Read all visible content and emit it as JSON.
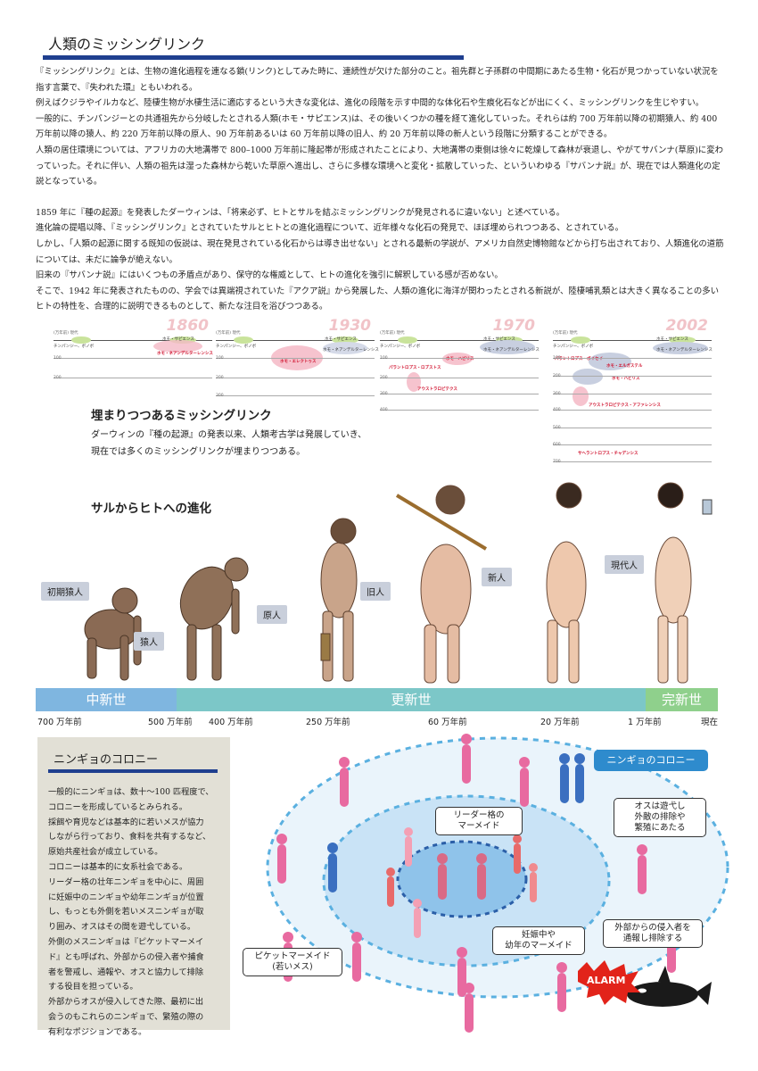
{
  "header": {
    "title": "人類のミッシングリンク"
  },
  "intro": {
    "paragraphs": [
      "『ミッシングリンク』とは、生物の進化過程を連なる鎖(リンク)としてみた時に、連続性が欠けた部分のこと。祖先群と子孫群の中間期にあたる生物・化石が見つかっていない状況を指す言葉で、『失われた環』ともいわれる。",
      "例えばクジラやイルカなど、陸棲生物が水棲生活に適応するという大きな変化は、進化の段階を示す中間的な体化石や生痕化石などが出にくく、ミッシングリンクを生じやすい。",
      "一般的に、チンパンジーとの共通祖先から分岐したとされる人類(ホモ・サピエンス)は、その後いくつかの種を経て進化していった。それらは約 700 万年前以降の初期猿人、約 400 万年前以降の猿人、約 220 万年前以降の原人、90 万年前あるいは 60 万年前以降の旧人、約 20 万年前以降の新人という段階に分類することができる。",
      "人類の居住環境については、アフリカの大地溝帯で 800–1000 万年前に隆起帯が形成されたことにより、大地溝帯の東側は徐々に乾燥して森林が衰退し、やがてサバンナ(草原)に変わっていった。それに伴い、人類の祖先は湿った森林から乾いた草原へ進出し、さらに多様な環境へと変化・拡散していった、といういわゆる『サバンナ説』が、現在では人類進化の定説となっている。"
    ],
    "paragraphs2": [
      "1859 年に『種の起源』を発表したダーウィンは、「将来必ず、ヒトとサルを結ぶミッシングリンクが発見されるに違いない」と述べている。",
      "進化論の提唱以降、『ミッシングリンク』とされていたサルとヒトとの進化過程について、近年様々な化石の発見で、ほぼ埋められつつある、とされている。",
      "しかし、「人類の起源に関する既知の仮説は、現在発見されている化石からは導き出せない」とされる最新の学説が、アメリカ自然史博物館などから打ち出されており、人類進化の道筋については、未だに論争が絶えない。",
      "旧来の『サバンナ説』にはいくつもの矛盾点があり、保守的な権威として、ヒトの進化を強引に解釈している感が否めない。",
      "そこで、1942 年に発表されたものの、学会では異端視されていた『アクア説』から発展した、人類の進化に海洋が関わったとされる新説が、陸棲哺乳類とは大きく異なることの多いヒトの特性を、合理的に説明できるものとして、新たな注目を浴びつつある。"
    ]
  },
  "timelines": [
    {
      "year": "1860",
      "scale": "(万年前)  現代",
      "top_label": "ホモ・サピエンス",
      "left_label": "チンパンジー、ボノボ",
      "right_label": "ホモ・ネアンデルターレンシス",
      "red": [
        "ホモ・ネアンデルターレンシス"
      ],
      "ticks": [
        "100",
        "200"
      ]
    },
    {
      "year": "1930",
      "scale": "(万年前)  現代",
      "top_label": "ホモ・サピエンス",
      "left_label": "チンパンジー、ボノボ",
      "right_label": "ホモ・ネアンデルターレンシス",
      "red": [
        "ホモ・エレクトゥス"
      ],
      "ticks": [
        "100",
        "200",
        "300"
      ]
    },
    {
      "year": "1970",
      "scale": "(万年前)  現代",
      "top_label": "ホモ・サピエンス",
      "left_label": "チンパンジー、ボノボ",
      "right_label": "ホモ・ネアンデルターレンシス",
      "red": [
        "パラントロプス・ロブストス",
        "ホモ・ハビリス",
        "アウストラロピテクス"
      ],
      "ticks": [
        "100",
        "200",
        "300",
        "400"
      ]
    },
    {
      "year": "2002",
      "scale": "(万年前)  現代",
      "top_label": "ホモ・サピエンス",
      "left_label": "チンパンジー、ボノボ",
      "right_label": "ホモ・ネアンデルターレンシス",
      "red": [
        "パラントロプス・ボイセイ",
        "ホモ・エルガステル",
        "ホモ・ハビリス",
        "アウストラロピテクス・アファレンシス",
        "サヘラントロプス・チャデンシス"
      ],
      "ticks": [
        "100",
        "200",
        "300",
        "400",
        "500",
        "600",
        "700"
      ]
    }
  ],
  "buried": {
    "title": "埋まりつつあるミッシングリンク",
    "lines": [
      "ダーウィンの『種の起源』の発表以来、人類考古学は発展していき、",
      "現在では多くのミッシングリンクが埋まりつつある。"
    ]
  },
  "evolution": {
    "title": "サルからヒトへの進化",
    "stages": [
      "初期猿人",
      "猿人",
      "原人",
      "旧人",
      "新人",
      "現代人"
    ],
    "epochs": [
      {
        "name": "中新世",
        "color": "#7fb6e0"
      },
      {
        "name": "更新世",
        "color": "#7cc7c8"
      },
      {
        "name": "完新世",
        "color": "#8fd08c"
      }
    ],
    "era_ticks": [
      "700 万年前",
      "500 万年前",
      "400 万年前",
      "250 万年前",
      "60 万年前",
      "20 万年前",
      "1 万年前",
      "現在"
    ]
  },
  "colony": {
    "title": "ニンギョのコロニー",
    "lines": [
      "一般的にニンギョは、数十〜100 匹程度で、",
      "コロニーを形成しているとみられる。",
      "採餌や育児などは基本的に若いメスが協力",
      "しながら行っており、食料を共有するなど、",
      "原始共産社会が成立している。",
      "コロニーは基本的に女系社会である。",
      "リーダー格の壮年ニンギョを中心に、周囲",
      "に妊娠中のニンギョや幼年ニンギョが位置",
      "し、もっとも外側を若いメスニンギョが取",
      "り囲み、オスはその間を遊弋している。",
      "外側のメスニンギョは『ピケットマーメイ",
      "ド』とも呼ばれ、外部からの侵入者や捕食",
      "者を警戒し、通報や、オスと協力して排除",
      "する役目を担っている。",
      "外部からオスが侵入してきた際、最初に出",
      "会うのもこれらのニンギョで、繁殖の際の",
      "有利なポジションである。"
    ],
    "diagram": {
      "label": "ニンギョのコロニー",
      "leader": "リーダー格の\nマーメイド",
      "male": "オスは遊弋し\n外敵の排除や\n繁殖にあたる",
      "picket": "ピケットマーメイド\n(若いメス)",
      "young": "妊娠中や\n幼年のマーメイド",
      "intruder": "外部からの侵入者を\n通報し排除する",
      "alarm": "ALARM"
    }
  }
}
